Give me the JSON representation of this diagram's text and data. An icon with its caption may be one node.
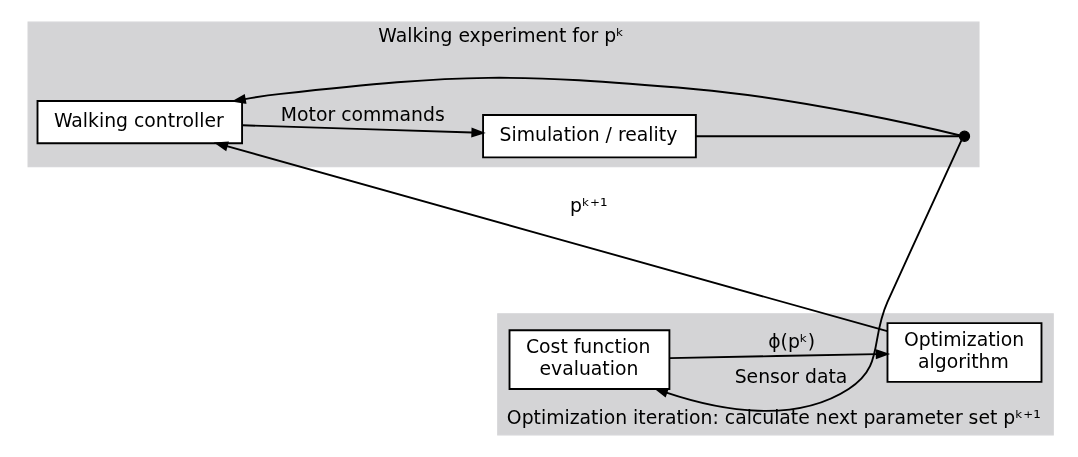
{
  "diagram": {
    "nodes": [
      {
        "text": [
          "Walking experiment for pᵏ"
        ]
      },
      {
        "text": [
          "Walking controller"
        ],
        "in": 0
      },
      {
        "text": [
          "Simulation / reality"
        ],
        "in": 0
      },
      {
        "text": [],
        "shape": "circle",
        "in": 0
      },
      {
        "text": [
          "Optimization iteration: calculate next parameter set pᵏ⁺¹"
        ]
      },
      {
        "text": [
          "Optimization algorithm"
        ],
        "in": 4
      },
      {
        "text": [
          "Cost function evaluation"
        ],
        "in": 4
      }
    ],
    "edges": [
      {
        "from": 1,
        "to": 2,
        "arrow": "to",
        "label": "Motor commands"
      },
      {
        "from": 2,
        "to": 3,
        "arrow": "none"
      },
      {
        "from": 3,
        "to": 1,
        "arrow": "to"
      },
      {
        "from": 3,
        "to": 6,
        "arrow": "to",
        "label": "Sensor data"
      },
      {
        "from": 6,
        "to": 5,
        "arrow": "to",
        "label": "ϕ(pᵏ)"
      },
      {
        "from": 5,
        "to": 1,
        "arrow": "to",
        "label": "pᵏ⁺¹"
      }
    ]
  }
}
